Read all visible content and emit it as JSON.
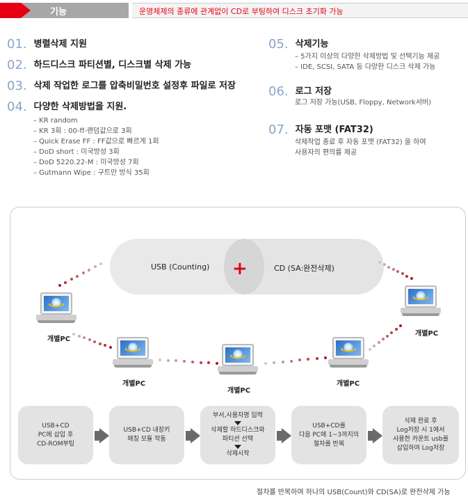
{
  "header": {
    "title": "기능",
    "description": "운영체제의 종류에 관계없이 CD로 부팅하여 디스크 초기화 가능"
  },
  "features_left": [
    {
      "num": "01.",
      "text": "병렬삭제 지원"
    },
    {
      "num": "02.",
      "text": "하드디스크 파티션별, 디스크별 삭제 가능"
    },
    {
      "num": "03.",
      "text": "삭제 작업한 로그를 압축비밀번호 설정후 파일로 저장"
    },
    {
      "num": "04.",
      "text": "다양한 삭제방법을 지원."
    }
  ],
  "methods": [
    "– KR random",
    "– KR 3회 : 00-ff-랜덤값으로 3회",
    "– Quick Erase FF : FF값으로 빠르게 1회",
    "– DoD short : 미국방성 3회",
    "– DoD 5220.22-M : 미국방성 7회",
    "– Gutmann Wipe : 구트만 방식 35회"
  ],
  "features_right": [
    {
      "num": "05.",
      "text": "삭제기능",
      "lines": [
        "– 5가지 이상의 다양한 삭제방법 및 선택기능 제공",
        "– IDE, SCSI, SATA 등 다양한 디스크 삭제 가능"
      ]
    },
    {
      "num": "06.",
      "text": "로그 저장",
      "lines": [
        "로그 저장 가능(USB, Floppy, Network서버)"
      ]
    },
    {
      "num": "07.",
      "text": "자동 포맷 (FAT32)",
      "lines": [
        "삭제작업 종료 후 자동 포맷 (FAT32) 을 하여",
        "사용자의 편의를 제공"
      ]
    }
  ],
  "diagram": {
    "usb_label": "USB (Counting)",
    "cd_label": "CD (SA:완전삭제)",
    "plus": "+",
    "pc_label": "개별PC"
  },
  "steps": [
    {
      "lines": [
        "USB+CD",
        "PC에 삽입 후",
        "CD-ROM부팅"
      ]
    },
    {
      "lines": [
        "USB+CD 내장키",
        "매칭 모듈 작동"
      ]
    },
    {
      "lines": [
        "부서,사용자명 입력",
        "삭제할 하드디스크와",
        "파티션 선택",
        "삭제시작"
      ]
    },
    {
      "lines": [
        "USB+CD를",
        "다음 PC에 1~3까지의",
        "절차를 반복"
      ]
    },
    {
      "lines": [
        "삭제 완료 후",
        "Log저장 시 1에서",
        "사용한 카운트 usb를",
        "삽입하여 Log저장"
      ]
    }
  ],
  "caption": "절차를 반복하여 하나의 USB(Count)와 CD(SA)로 완전삭제 가능",
  "colors": {
    "accent": "#e60012",
    "number": "#8aa4c8",
    "step_bg": "#e3e3e3"
  }
}
